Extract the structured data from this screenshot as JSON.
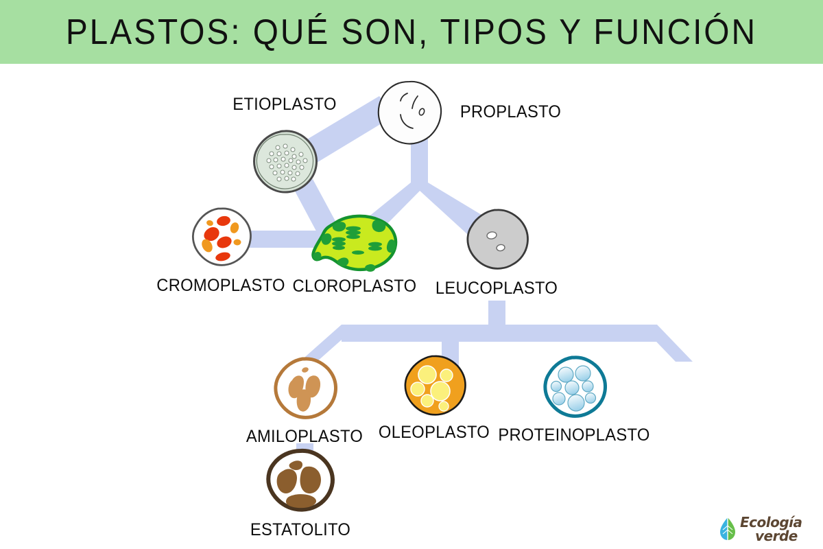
{
  "header": {
    "title": "PLASTOS: QUÉ SON, TIPOS Y FUNCIÓN",
    "background_color": "#a6dfa1",
    "text_color": "#111111"
  },
  "diagram": {
    "type": "hierarchy-tree",
    "connector_color": "#c8d2f2",
    "background_color": "#ffffff",
    "nodes": [
      {
        "id": "proplasto",
        "label": "PROPLASTO",
        "shape": "round-blob",
        "fill": "#fdfdfd",
        "stroke": "#2b2b2b",
        "label_position": "right",
        "level": 0
      },
      {
        "id": "etioplasto",
        "label": "ETIOPLASTO",
        "shape": "round-blob-dotted",
        "fill": "#d7e3d7",
        "stroke": "#4a4a4a",
        "label_position": "above",
        "level": 1
      },
      {
        "id": "cromoplasto",
        "label": "CROMOPLASTO",
        "shape": "round-blob-pigments",
        "fill": "#ffffff",
        "stroke": "#555555",
        "accent": "#e8380d",
        "accent2": "#f0981f",
        "label_position": "below",
        "level": 2
      },
      {
        "id": "cloroplasto",
        "label": "CLOROPLASTO",
        "shape": "bean-thylakoids",
        "fill": "#c9ea1f",
        "stroke": "#14932f",
        "accent": "#1f9e38",
        "label_position": "below",
        "level": 1
      },
      {
        "id": "leucoplasto",
        "label": "LEUCOPLASTO",
        "shape": "round-blob-grey",
        "fill": "#cccccc",
        "stroke": "#3a3a3a",
        "label_position": "below",
        "level": 1
      },
      {
        "id": "amiloplasto",
        "label": "AMILOPLASTO",
        "shape": "round-blob-starch",
        "fill": "#ffffff",
        "stroke": "#b5793a",
        "accent": "#cf9455",
        "label_position": "below",
        "level": 2
      },
      {
        "id": "oleoplasto",
        "label": "OLEOPLASTO",
        "shape": "round-blob-oil",
        "fill": "#f0a01e",
        "stroke": "#1a1a1a",
        "accent": "#fbf07c",
        "label_position": "below",
        "level": 2
      },
      {
        "id": "proteinoplasto",
        "label": "PROTEINOPLASTO",
        "shape": "round-blob-protein",
        "fill": "#ffffff",
        "stroke": "#0e7a96",
        "accent": "#bfe3f2",
        "label_position": "below",
        "level": 2
      },
      {
        "id": "estatolito",
        "label": "ESTATOLITO",
        "shape": "round-blob-dark-starch",
        "fill": "#ffffff",
        "stroke": "#4a3520",
        "accent": "#8b5e2e",
        "label_position": "below",
        "level": 3
      }
    ],
    "edges": [
      {
        "from": "proplasto",
        "to": "etioplasto"
      },
      {
        "from": "proplasto",
        "to": "cloroplasto"
      },
      {
        "from": "proplasto",
        "to": "leucoplasto"
      },
      {
        "from": "etioplasto",
        "to": "cloroplasto"
      },
      {
        "from": "cromoplasto",
        "to": "cloroplasto"
      },
      {
        "from": "leucoplasto",
        "to": "amiloplasto"
      },
      {
        "from": "leucoplasto",
        "to": "oleoplasto"
      },
      {
        "from": "leucoplasto",
        "to": "proteinoplasto"
      },
      {
        "from": "amiloplasto",
        "to": "estatolito"
      }
    ]
  },
  "logo": {
    "line1": "Ecología",
    "line2": "verde",
    "leaf_color_left": "#3ab3e0",
    "leaf_color_right": "#67bf4a",
    "text_color": "#5c4632"
  }
}
